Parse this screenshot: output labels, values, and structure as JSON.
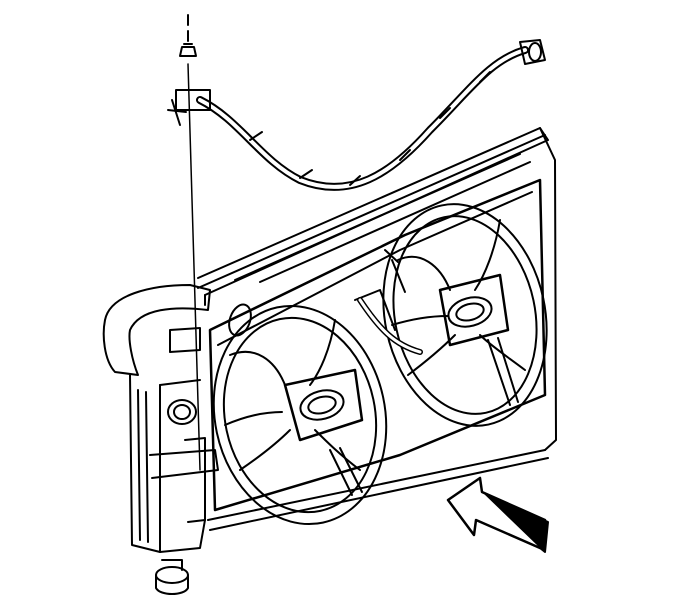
{
  "figure": {
    "style": "black line-art technical illustration",
    "background": "#ffffff",
    "stroke": "#000000",
    "components": {
      "radiator": "radiator-core",
      "left_fan": "fan-left",
      "right_fan": "fan-right",
      "shroud": "fan-shroud",
      "wire_harness": "cooling-fan-wire-harness",
      "hose": "radiator-inlet-hose",
      "drain": "drain-petcock",
      "clip": "harness-retainer-clip",
      "view_arrow": "front-of-vehicle-arrow"
    }
  }
}
